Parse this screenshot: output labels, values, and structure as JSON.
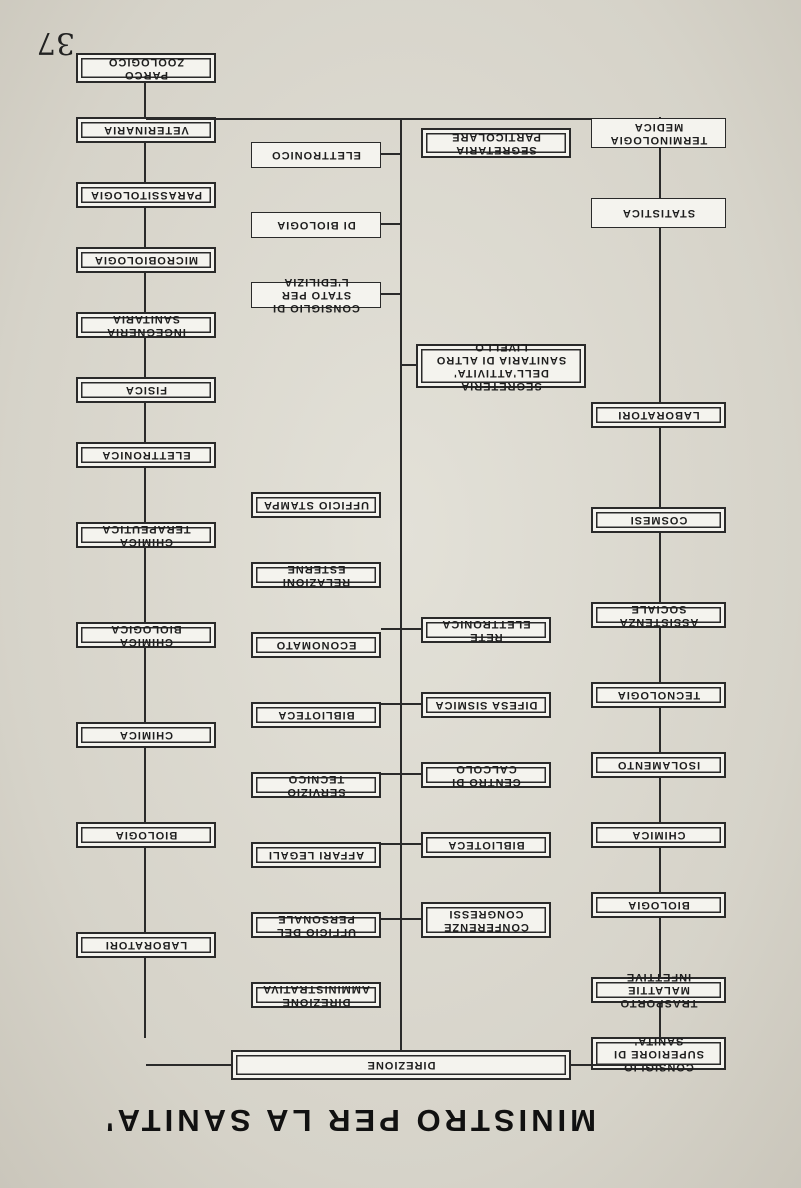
{
  "page_number": "37",
  "main_title": "MINISTRO PER LA SANITA'",
  "left_column": {
    "header": "CONSIGLIO SUPERIORE DI SANITA'",
    "items": [
      "TRASPORTO MALATTIE INFETTIVE",
      "BIOLOGIA",
      "CHIMICA",
      "ISOLAMENTO",
      "TECNOLOGIA",
      "ASSISTENZA SOCIALE",
      "COSMESI",
      "LABORATORI"
    ]
  },
  "left_cells": {
    "top": "TERMINOLOGIA MEDICA",
    "mid": "STATISTICA"
  },
  "center_column": {
    "header": "DIREZIONE",
    "sub_header": "SEGRETARIA PARTICOLARE",
    "segreteria": "SEGRETERIA DELL'ATTIVITA' SANITARIA DI ALTRO LIVELLO",
    "items": [
      "CONSIGLIO DI STATO PER L'EDILIZIA",
      "DI BIOLOGIA",
      "ELETTRONICO"
    ]
  },
  "right_column": {
    "header": "PARCO ZOOLOGICO",
    "items": [
      "VETERINARIA",
      "PARASSITOLOGIA",
      "MICROBIOLOGIA",
      "INGEGNERIA SANITARIA",
      "FISICA",
      "ELETTRONICA",
      "CHIMICA TERAPEUTICA",
      "CHIMICA BIOLOGICA",
      "CHIMICA",
      "BIOLOGIA",
      "LABORATORI"
    ]
  },
  "center_boxes": {
    "conferenze": "CONFERENZE CONGRESSI",
    "biblioteca": "BIBLIOTECA",
    "centro_calcolo": "CENTRO DI CALCOLO",
    "difesa_sismica": "DIFESA SISMICA",
    "rete": "RETE ELETTRONICA",
    "direzione_amm": "DIREZIONE AMMINISTRATIVA",
    "uff_personale": "UFFICIO DEL PERSONALE",
    "affari_legali": "AFFARI LEGALI",
    "servizio_tecnico": "SERVIZIO TECNICO",
    "biblioteca2": "BIBLIOTECA",
    "economato": "ECONOMATO",
    "relazioni": "RELAZIONI ESTERNE",
    "stampa": "UFFICIO STAMPA"
  }
}
